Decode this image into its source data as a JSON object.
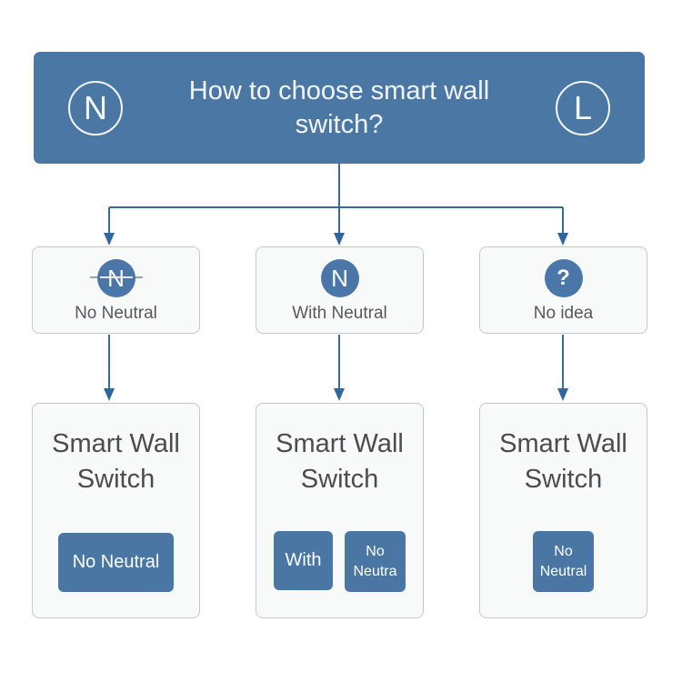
{
  "header": {
    "title": "How to choose smart wall switch?",
    "left_badge": "N",
    "right_badge": "L"
  },
  "options": [
    {
      "icon": "N",
      "icon_name": "no-neutral-icon",
      "label": "No Neutral"
    },
    {
      "icon": "N",
      "icon_name": "neutral-icon",
      "label": "With Neutral"
    },
    {
      "icon": "?",
      "icon_name": "question-icon",
      "label": "No idea"
    }
  ],
  "products": [
    {
      "title": "Smart Wall Switch",
      "buttons": [
        {
          "lines": [
            "No Neutral"
          ]
        }
      ]
    },
    {
      "title": "Smart Wall Switch",
      "buttons": [
        {
          "lines": [
            "With"
          ]
        },
        {
          "lines": [
            "No",
            "Neutra"
          ]
        }
      ]
    },
    {
      "title": "Smart Wall Switch",
      "buttons": [
        {
          "lines": [
            "No",
            "Neutral"
          ]
        }
      ]
    }
  ],
  "colors": {
    "header_bg": "#4b77a5",
    "accent_blue": "#4a77a7",
    "connector": "#39699f",
    "box_bg": "#f8f9f9",
    "box_border": "#c4c8cc",
    "title_text": "#f1f5f8",
    "text_dark": "#4b4c4e",
    "text_gray": "#57595c"
  }
}
